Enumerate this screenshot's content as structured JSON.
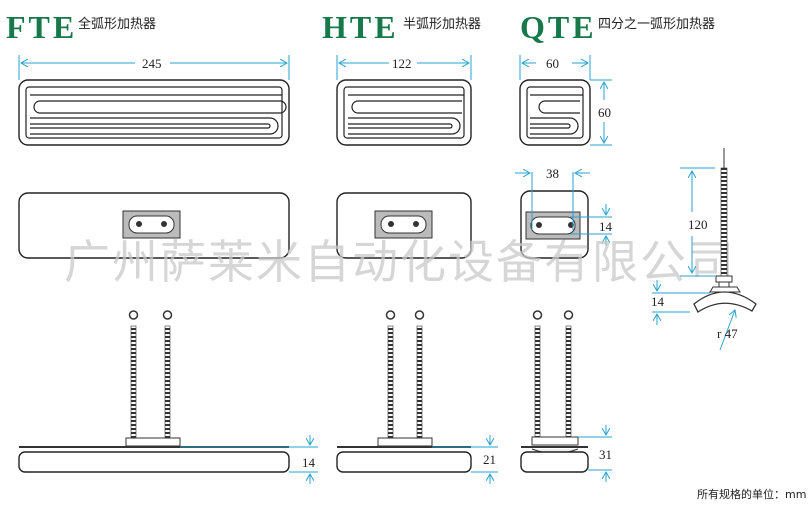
{
  "models": [
    {
      "code": "FTE",
      "name": "全弧形加热器",
      "width": "245",
      "height_side": "14"
    },
    {
      "code": "HTE",
      "name": "半弧形加热器",
      "width": "122",
      "height_side": "21"
    },
    {
      "code": "QTE",
      "name": "四分之一弧形加热器",
      "width": "60",
      "length": "60",
      "terminal_spacing": "38",
      "terminal_height": "14",
      "height_side": "31"
    }
  ],
  "detail": {
    "wire_length": "120",
    "base_thickness": "14",
    "radius": "r 47"
  },
  "watermark": "广州萨莱米自动化设备有限公司",
  "footer": "所有规格的单位：mm",
  "colors": {
    "model_label": "#17794a",
    "dimension_line": "#29a3d0"
  }
}
